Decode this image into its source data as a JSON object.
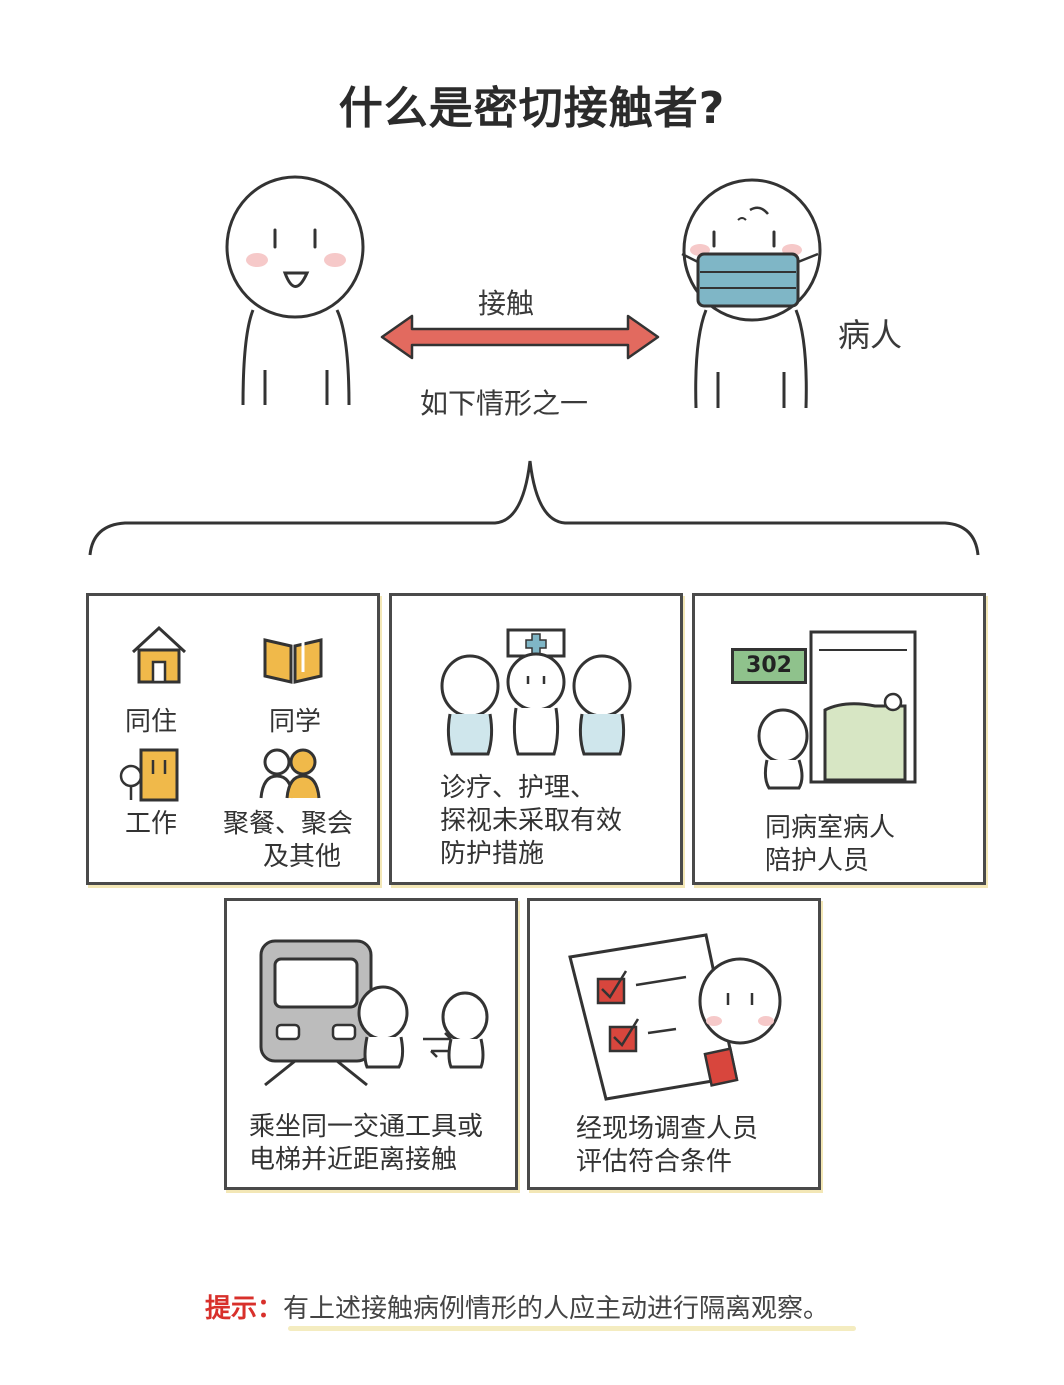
{
  "title": "什么是密切接触者?",
  "relation": {
    "arrow_label": "接触",
    "condition_label": "如下情形之一",
    "patient_label": "病人"
  },
  "situations": [
    {
      "items": [
        {
          "label": "同住",
          "icon": "house-icon"
        },
        {
          "label": "同学",
          "icon": "book-icon"
        },
        {
          "label": "工作",
          "icon": "office-building-icon"
        },
        {
          "label": "聚餐、聚会",
          "label2": "及其他",
          "icon": "people-group-icon"
        }
      ]
    },
    {
      "lines": [
        "诊疗、护理、",
        "探视未采取有效",
        "防护措施"
      ]
    },
    {
      "room_number": "302",
      "lines": [
        "同病室病人",
        "陪护人员"
      ]
    },
    {
      "lines": [
        "乘坐同一交通工具或",
        "电梯并近距离接触"
      ]
    },
    {
      "lines": [
        "经现场调查人员",
        "评估符合条件"
      ]
    }
  ],
  "tip": {
    "label": "提示：",
    "text": "有上述接触病例情形的人应主动进行隔离观察。"
  },
  "colors": {
    "arrow": "#e26a5f",
    "mask": "#7fb6c6",
    "accent_yellow": "#f0b94a",
    "check_red": "#d8463d",
    "room_sign": "#8fc28c",
    "cheek": "#f6c9c9",
    "tip_label": "#d8302b"
  }
}
